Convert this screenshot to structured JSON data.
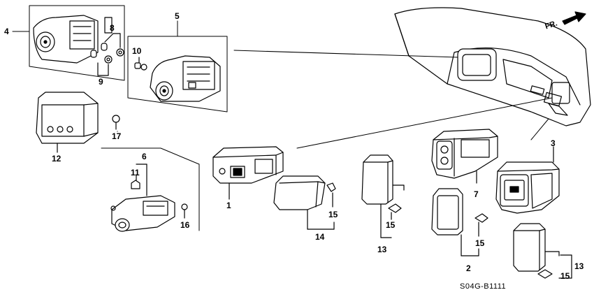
{
  "diagram": {
    "code": "S04G-B1111",
    "direction_label": "FR.",
    "callouts": {
      "c1": "1",
      "c2": "2",
      "c3": "3",
      "c4": "4",
      "c5": "5",
      "c6": "6",
      "c7": "7",
      "c8": "8",
      "c9": "9",
      "c10": "10",
      "c11": "11",
      "c12": "12",
      "c13a": "13",
      "c13b": "13",
      "c14": "14",
      "c15a": "15",
      "c15b": "15",
      "c15c": "15",
      "c15d": "15",
      "c16": "16",
      "c17": "17"
    }
  }
}
